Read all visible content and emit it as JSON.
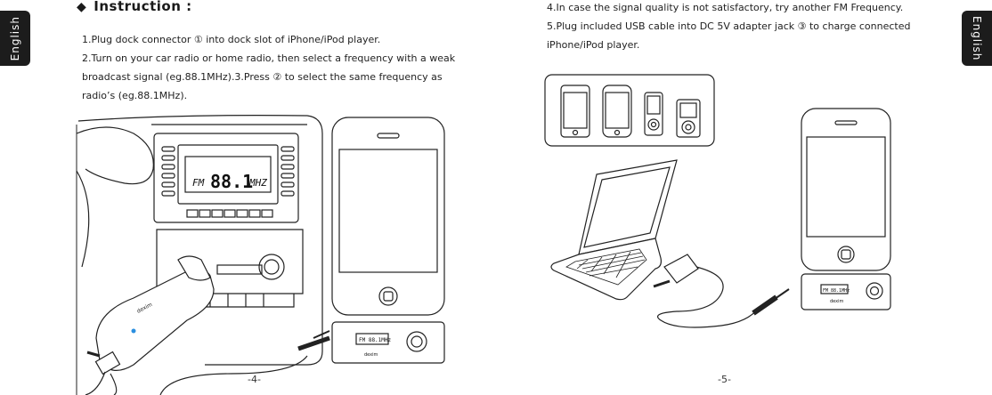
{
  "sidebar": {
    "left_tab": "English",
    "right_tab": "English"
  },
  "left_page": {
    "heading_icon": "◆",
    "heading": "Instruction",
    "heading_suffix": " :",
    "lines": [
      "1.Plug dock connector ① into dock slot of iPhone/iPod player.",
      "2.Turn on your car radio or home radio, then select a frequency with a weak",
      "broadcast signal (eg.88.1MHz).3.Press ② to select the same frequency as",
      "radio’s (eg.88.1MHz)."
    ],
    "page_number": "-4-"
  },
  "right_page": {
    "lines": [
      "4.In case the signal quality is not satisfactory, try another FM Frequency.",
      "5.Plug included USB cable into DC 5V adapter jack ③ to charge connected",
      "iPhone/iPod player."
    ],
    "page_number": "-5-"
  },
  "illustrations": {
    "car_radio_display": {
      "band": "FM",
      "frequency": "88.1",
      "unit": "MHZ"
    },
    "small_display": "FM 88.1MHz",
    "brand_label": "dexim"
  }
}
